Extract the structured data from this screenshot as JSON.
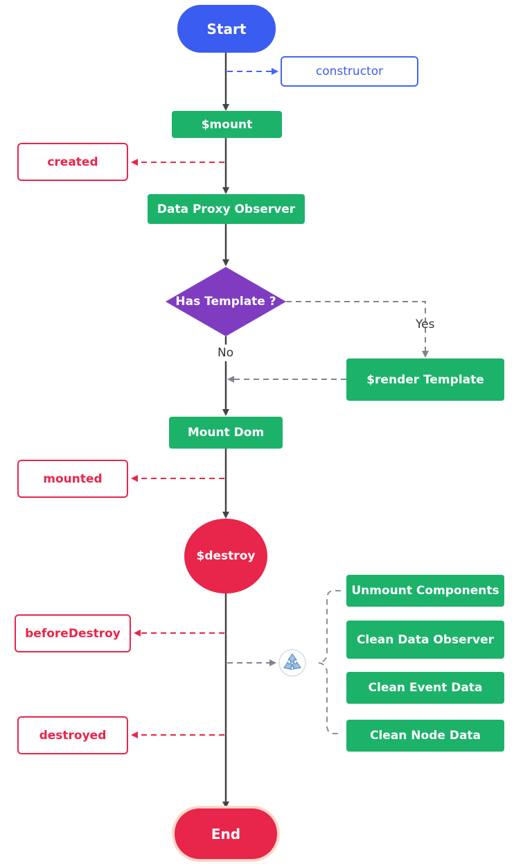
{
  "nodes": {
    "start": "Start",
    "constructor": "constructor",
    "mount": "$mount",
    "created": "created",
    "data_proxy": "Data Proxy Observer",
    "has_template": "Has Template ?",
    "yes": "Yes",
    "no": "No",
    "render_template": "$render Template",
    "mount_dom": "Mount Dom",
    "mounted": "mounted",
    "destroy": "$destroy",
    "before_destroy": "beforeDestroy",
    "destroyed": "destroyed",
    "end": "End"
  },
  "cleanup": {
    "icon": "recycle-icon",
    "items": [
      "Unmount Components",
      "Clean Data Observer",
      "Clean Event Data",
      "Clean Node Data"
    ]
  },
  "colors": {
    "start": "#3b5cf0",
    "process": "#1cb26a",
    "decision": "#7f3cc0",
    "hook": "#e8254a",
    "destroy": "#e8254a",
    "flow_line": "#444444",
    "branch_line": "#7f8590"
  }
}
